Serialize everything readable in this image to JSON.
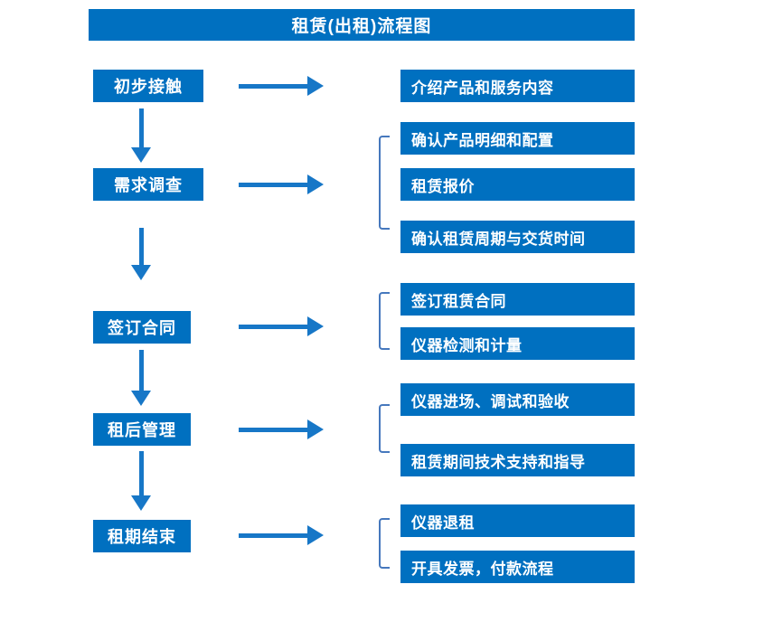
{
  "title": "租赁(出租)流程图",
  "colors": {
    "box_fill": "#0070C0",
    "arrow": "#1777C7",
    "bracket": "#4678BD",
    "text": "#FFFFFF",
    "background": "#FFFFFF"
  },
  "steps": [
    {
      "label": "初步接触",
      "outputs": [
        "介绍产品和服务内容"
      ]
    },
    {
      "label": "需求调查",
      "outputs": [
        "确认产品明细和配置",
        "租赁报价",
        "确认租赁周期与交货时间"
      ]
    },
    {
      "label": "签订合同",
      "outputs": [
        "签订租赁合同",
        "仪器检测和计量"
      ]
    },
    {
      "label": "租后管理",
      "outputs": [
        "仪器进场、调试和验收",
        "租赁期间技术支持和指导"
      ]
    },
    {
      "label": "租期结束",
      "outputs": [
        "仪器退租",
        "开具发票，付款流程"
      ]
    }
  ]
}
